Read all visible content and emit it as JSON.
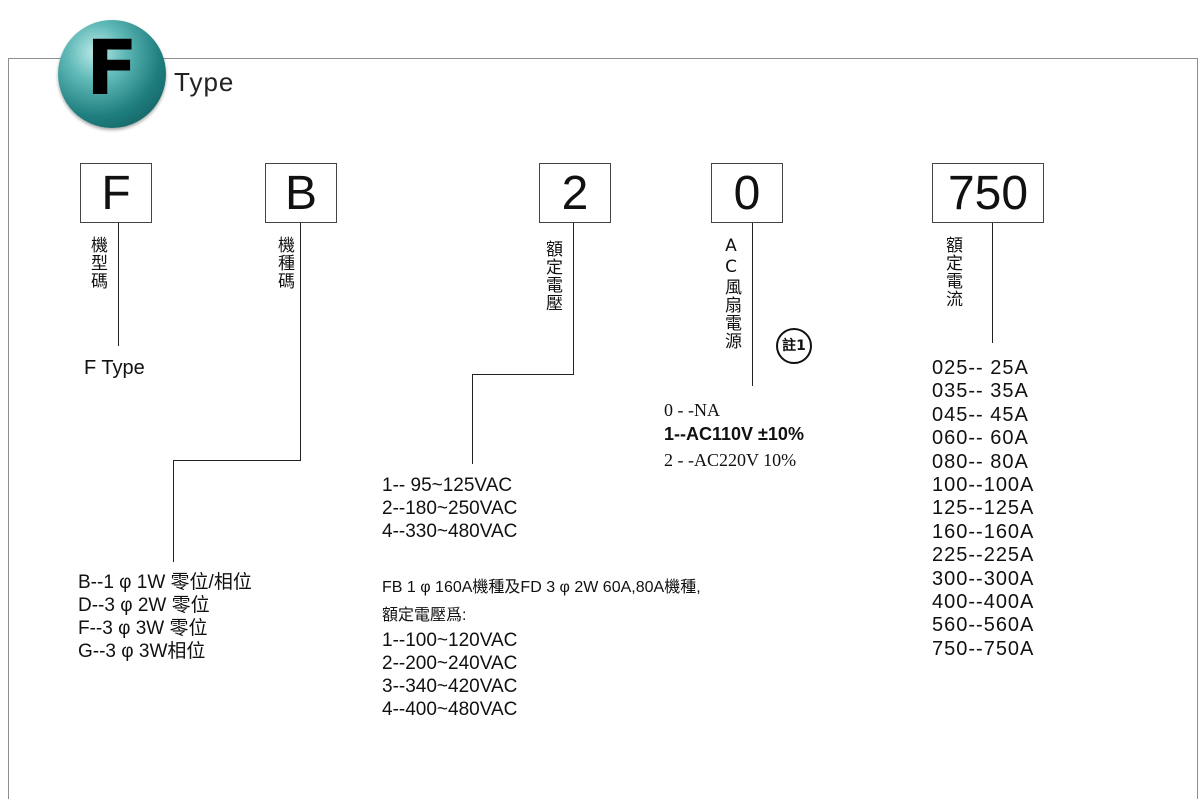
{
  "title": {
    "letter": "F",
    "word": "Type"
  },
  "codes": [
    {
      "value": "F",
      "label": "機型碼"
    },
    {
      "value": "B",
      "label": "機種碼"
    },
    {
      "value": "2",
      "label": "額定電壓"
    },
    {
      "value": "0",
      "label": "AC風扇電源"
    },
    {
      "value": "750",
      "label": "額定電流"
    }
  ],
  "model_option": "F Type",
  "machine_types": [
    "B--1 φ  1W 零位/相位",
    "D--3 φ  2W 零位",
    "F--3 φ  3W 零位",
    "G--3 φ  3W相位"
  ],
  "voltage_options": [
    "1--  95~125VAC",
    "2--180~250VAC",
    "4--330~480VAC"
  ],
  "voltage_note": {
    "line1": "FB 1 φ  160A機種及FD 3 φ 2W  60A,80A機種,",
    "line2": "額定電壓爲:",
    "options": [
      "1--100~120VAC",
      "2--200~240VAC",
      "3--340~420VAC",
      "4--400~480VAC"
    ]
  },
  "fan_note": "註1",
  "fan_options": [
    "0 - -NA",
    "1--AC110V ±10%",
    "2 - -AC220V  10%"
  ],
  "current_options": [
    "025-- 25A",
    "035-- 35A",
    "045-- 45A",
    "060-- 60A",
    "080-- 80A",
    "100--100A",
    "125--125A",
    "160--160A",
    "225--225A",
    "300--300A",
    "400--400A",
    "560--560A",
    "750--750A"
  ]
}
